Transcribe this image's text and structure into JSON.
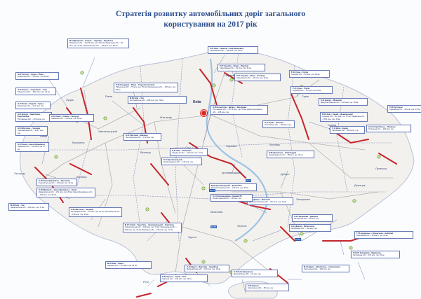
{
  "title": {
    "line1": "Стратегія розвитку автомобільних доріг загального",
    "line2": "користування на 2017 рік"
  },
  "colors": {
    "title": "#2d4f8f",
    "road_planned": "#c6252c",
    "border_line": "#6b7ab3",
    "map_bg": "#f3f1ed"
  },
  "cities": [
    {
      "name": "Київ",
      "big": true
    },
    {
      "name": "Житомир",
      "big": false
    },
    {
      "name": "Вінниця",
      "big": false
    },
    {
      "name": "Хмельницький",
      "big": false
    },
    {
      "name": "Тернопіль",
      "big": false
    },
    {
      "name": "Луцьк",
      "big": false
    },
    {
      "name": "Рівне",
      "big": false
    },
    {
      "name": "Львів",
      "big": false
    },
    {
      "name": "Ужгород",
      "big": false
    },
    {
      "name": "Чернівці",
      "big": false
    },
    {
      "name": "Чернігів",
      "big": false
    },
    {
      "name": "Суми",
      "big": false
    },
    {
      "name": "Харків",
      "big": false
    },
    {
      "name": "Полтава",
      "big": false
    },
    {
      "name": "Черкаси",
      "big": false
    },
    {
      "name": "Кропивницький",
      "big": false
    },
    {
      "name": "Дніпро",
      "big": false
    },
    {
      "name": "Запоріжжя",
      "big": false
    },
    {
      "name": "Донецьк",
      "big": false
    },
    {
      "name": "Луганськ",
      "big": false
    },
    {
      "name": "Миколаїв",
      "big": false
    },
    {
      "name": "Одеса",
      "big": false
    },
    {
      "name": "Херсон",
      "big": false
    },
    {
      "name": "Рені",
      "big": false
    }
  ],
  "callouts": [
    {
      "hd": "М-19 Доманове – Ковель – Чернівці – Тереблече",
      "body": "Волинська обл. – 124,75 млн. грн. 65,2 км; Рівненська обл. – 61 млн. грн. 29 км; Тернопільська обл. – 139 млн. грн. 83 км"
    },
    {
      "hd": "Р-01 Київ – Чернігів – Нові Яриловичі",
      "body": "Чернігівська обл. – 100 млн. грн. 35 км"
    },
    {
      "hd": "Н-22 Устилуг – Луцьк – Рівне",
      "body": "Волинська обл. – 123 млн. грн. 53 км"
    },
    {
      "hd": "Р-67 Чернігів – Ніжин – Прилуки",
      "body": "Чернігівська обл. – 91 млн. грн. 23 км"
    },
    {
      "hd": "Н-15 Ковель – Чорнобиль – Нові",
      "body": "Рівненська обл. – 69,8 млн. грн. 30 км"
    },
    {
      "hd": "Р-07 Чернігів – Мена – Сосниця",
      "body": "Чернігівська обл. – 43 млн. грн. 40 км"
    },
    {
      "hd": "Р-44 Суми – Глухів",
      "body": "Сумська обл. – 43 млн. грн. 29 км"
    },
    {
      "hd": "Р-05 Городище – Рівне – Старокостянтинів",
      "body": "Рівненська обл. – 75 млн. грн. 55 км; Хмельницька обл. – 150 млн. грн. 83 км"
    },
    {
      "hd": "М-06 Київ – Чоп",
      "body": "Житомирська обл. – 208 млн. грн. 78 км"
    },
    {
      "hd": "Н-17 Львів – Радехів – Луцьк",
      "body": "Волинська обл. – 23,1 млн. грн."
    },
    {
      "hd": "Р-44 Суми – Глухів",
      "body": "Сумська обл. – 75 млн. грн. 32 км"
    },
    {
      "hd": "Н-11 Дніпро – Миколаїв",
      "body": "Дніпропетровська обл. – 100 млн. грн. 39 км"
    },
    {
      "hd": "Н-31 Дніпро – Царичанка – Решетилівка",
      "body": "Полтавська обл. – 25,9 млн. грн."
    },
    {
      "hd": "Н-11 Львів – Самбір – Ужгород",
      "body": "Львівська обл. – 123 млн. грн. 40 км"
    },
    {
      "hd": "М-03 Київ – Харків – Довжанський",
      "body": "Сумська обл. – 87 млн. грн. 57 км; Харківська обл. – 36,4 млн. грн. 15 км"
    },
    {
      "hd": "Н-03 Житомир – Чернівці",
      "body": "Хмельницька обл. – 123,3 млн. грн."
    },
    {
      "hd": "Н-12 Суми – Полтава",
      "body": "Полтавська обл. – 163 млн. грн."
    },
    {
      "hd": "Т-14 Київ – Харків",
      "body": "Харківська обл. – 38,6 млн. грн."
    },
    {
      "hd": "Р-39 Куп'янськ",
      "body": "Харківська обл. – 60 млн. грн. 27 км"
    },
    {
      "hd": "Н-13 Львів – Івано-Франківськ",
      "body": "Львівська обл. – 110 млн. грн. 27 км"
    },
    {
      "hd": "Н-13 Старобільськ – Луганськ",
      "body": "Луганська обл. – 133 млн. грн."
    },
    {
      "hd": "Н-08 Бориспіль – Дніпро – Запоріжжя",
      "body": "Полтавська обл. – 167,2 млн. грн. 58 км; Дніпропетровська обл. – 166 млн. грн."
    },
    {
      "hd": "Н-09 Мукачево – Івано-Франківськ – Львів",
      "body": "Закарпатська обл. – 241 млн. грн. 82 км; Івано-Франківська обл. – 190 млн. грн. 80 км"
    },
    {
      "hd": "Н-18 Івано-Франківськ – Тернопіль",
      "body": "Тернопільська обл. – 100 млн. грн. 43 км"
    },
    {
      "hd": "Н-21 Житомир – Вінниця",
      "body": "Житомирська обл. – 179 млн. грн."
    },
    {
      "hd": "Н-01 Київ – Знам'янка",
      "body": "Черкаська обл. – 126 млн. грн. 44 км"
    },
    {
      "hd": "Р-06 Кременчук – Олександрія",
      "body": "Кіровоградська обл. – 85 млн. грн. 33 км"
    },
    {
      "hd": "М-09 Кропивницький – Кривий Ріг",
      "body": "Дніпропетровська обл. – 130 млн. грн. 55 км"
    },
    {
      "hd": "М-06 Київ – Чоп",
      "body": "Закарпатська обл. – 200 млн. грн. 37 км"
    },
    {
      "hd": "Н-03 Житомир – Чернівці",
      "body": "Житомирська обл. – 52 млн. грн. 25 км; Хмельницька обл. – 150 млн. грн. 45 км"
    },
    {
      "hd": "Р-14 Кропивницький",
      "body": "Кіровоградська обл. – 139 млн. грн."
    },
    {
      "hd": "Н-11 Дніпро – Миколаїв",
      "body": "Дніпропетровська обл. – 207 млн. грн. 30 км"
    },
    {
      "hd": "Н-15 Запоріжжя – Донецьк",
      "body": "Запорізька обл. – 95 млн. грн."
    },
    {
      "hd": "М-21 Стрий – Тернопіль – Кропивницький – Знам'янка",
      "body": "Тернопільська обл. – 139 млн. грн. 70 км; Хмельницька обл. – 152 млн. грн. 60 км; Вінницька обл. – 215 млн. грн. 72 км"
    },
    {
      "hd": "Н-14 Олександрівка – Кривий Ріг",
      "body": "Кіровоградська обл. – 80 млн. грн."
    },
    {
      "hd": "Н-14 Дніпро – Мелітополь",
      "body": "Запорізька обл. – 150 млн. грн."
    },
    {
      "hd": "Т-05 Бердянськ – Вознесенка – Бойовий",
      "body": "Запорізька обл. – 221 млн. грн. 33 км"
    },
    {
      "hd": "М-05 Київ – Одеса",
      "body": "Одеська обл. – 121 млн. грн. 26 км"
    },
    {
      "hd": "Р-33 Херсон – Ізмаїл – Рені",
      "body": "Одеська обл. – 130 млн. грн. 30 км"
    },
    {
      "hd": "Н-24 Благовіщенське",
      "body": "Миколаївська обл. – 72 млн. грн."
    },
    {
      "hd": "Т-06-01 Запоріжжя – Маріуполь",
      "body": "Запорізька обл. – 470 млн. грн. 54 км"
    },
    {
      "hd": "Р-50 Херсон",
      "body": "Херсонська обл. – 80 млн. грн."
    },
    {
      "hd": "Н-33 Одеса – Миколаїв – Новий Буг",
      "body": "Миколаївська обл. – 100 млн. грн. 15 км"
    },
    {
      "hd": "М-14 Одеса – Мелітополь – Новоазовськ",
      "body": "Херсонська обл. – 100 млн. грн."
    }
  ]
}
